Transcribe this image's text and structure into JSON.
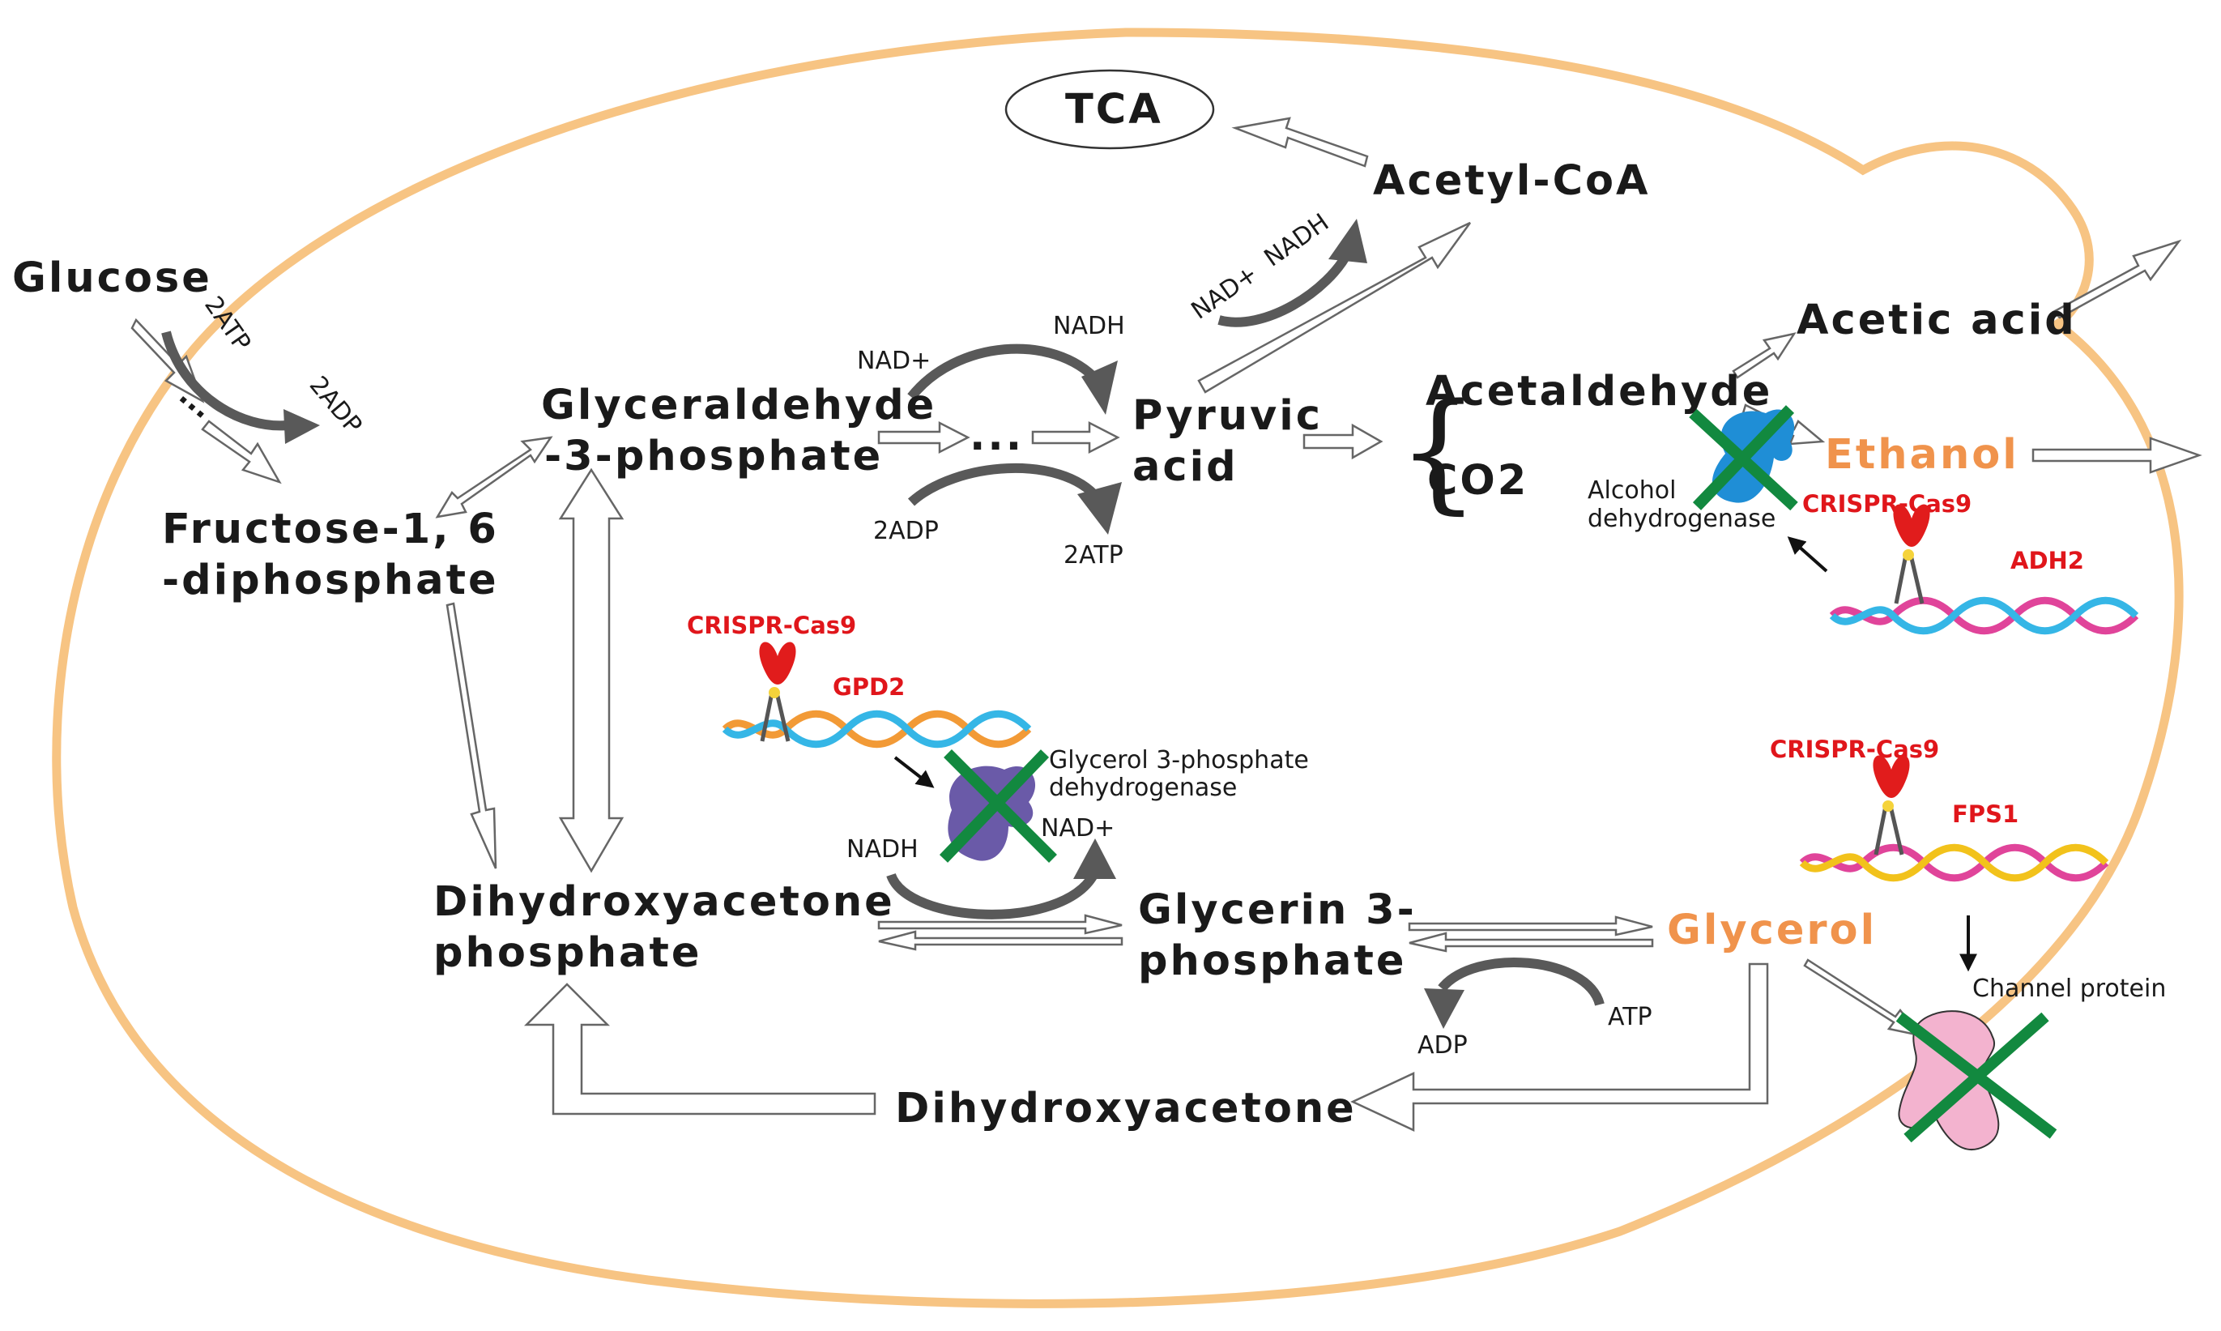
{
  "metabolites": {
    "glucose": "Glucose",
    "fructose_line1": "Fructose-1, 6",
    "fructose_line2": "-diphosphate",
    "g3p_line1": "Glyceraldehyde",
    "g3p_line2": "-3-phosphate",
    "pyruvic_line1": "Pyruvic",
    "pyruvic_line2": "acid",
    "acetyl_coa": "Acetyl-CoA",
    "tca": "TCA",
    "acetic_acid": "Acetic acid",
    "acetaldehyde": "Acetaldehyde",
    "co2": "CO2",
    "ethanol": "Ethanol",
    "dhap_line1": "Dihydroxyacetone",
    "dhap_line2": "phosphate",
    "glycerin3p_line1": "Glycerin 3-",
    "glycerin3p_line2": "phosphate",
    "glycerol": "Glycerol",
    "dihydroxyacetone": "Dihydroxyacetone"
  },
  "cofactors": {
    "glucose_atp": "2ATP",
    "glucose_adp": "2ADP",
    "glycolysis_nad": "NAD+",
    "glycolysis_nadh": "NADH",
    "glycolysis_adp": "2ADP",
    "glycolysis_atp": "2ATP",
    "acetylcoa_nad": "NAD+",
    "acetylcoa_nadh": "NADH",
    "gpd_nadh": "NADH",
    "gpd_nad": "NAD+",
    "glycerol_adp": "ADP",
    "glycerol_atp": "ATP",
    "ellipsis": "..."
  },
  "enzymes": {
    "adh_line1": "Alcohol",
    "adh_line2": "dehydrogenase",
    "gpd_line1": "Glycerol 3-phosphate",
    "gpd_line2": "dehydrogenase",
    "channel": "Channel protein"
  },
  "crispr": {
    "label": "CRISPR-Cas9",
    "gene_gpd2": "GPD2",
    "gene_adh2": "ADH2",
    "gene_fps1": "FPS1"
  },
  "colors": {
    "cell_membrane": "#f7c483",
    "knockout_cross": "#12893f",
    "crispr_text": "#e0161b",
    "product_text": "#f0934c",
    "adh_enzyme": "#1f8ed6",
    "gpd_enzyme": "#6a5aa8",
    "channel_protein": "#f3b3cf",
    "dna_pink": "#e0449a",
    "dna_blue": "#35b6e6",
    "dna_orange": "#f29a36",
    "dna_yellow": "#f2c21b"
  }
}
